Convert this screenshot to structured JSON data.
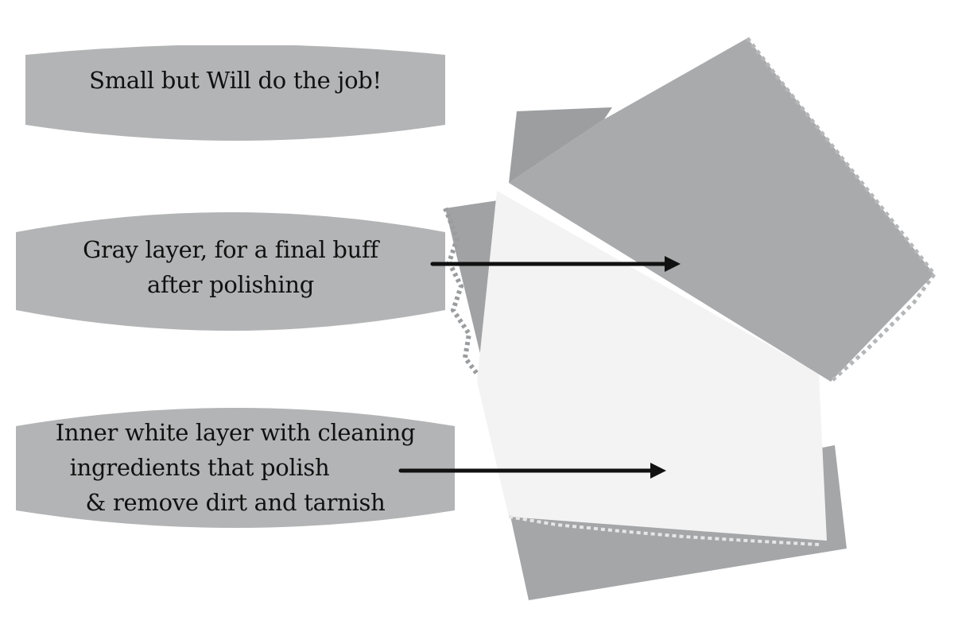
{
  "labels": [
    {
      "id": "size-note",
      "lines": [
        "Small but Will do the job!"
      ]
    },
    {
      "id": "gray-layer",
      "lines": [
        "Gray layer, for a final buff",
        "after polishing"
      ]
    },
    {
      "id": "white-layer",
      "lines": [
        "Inner white layer with cleaning",
        "ingredients that polish",
        "& remove dirt and tarnish"
      ]
    }
  ],
  "colors": {
    "banner": "#b3b4b5",
    "gray_cloth": "#a9abad",
    "gray_cloth_shadow": "#8e9092",
    "white_cloth": "#f4f4f4",
    "arrow": "#111111",
    "text": "#111111"
  },
  "illustration": {
    "subject": "jewelry polishing cloth, gray outer layer folded over white inner layer"
  }
}
